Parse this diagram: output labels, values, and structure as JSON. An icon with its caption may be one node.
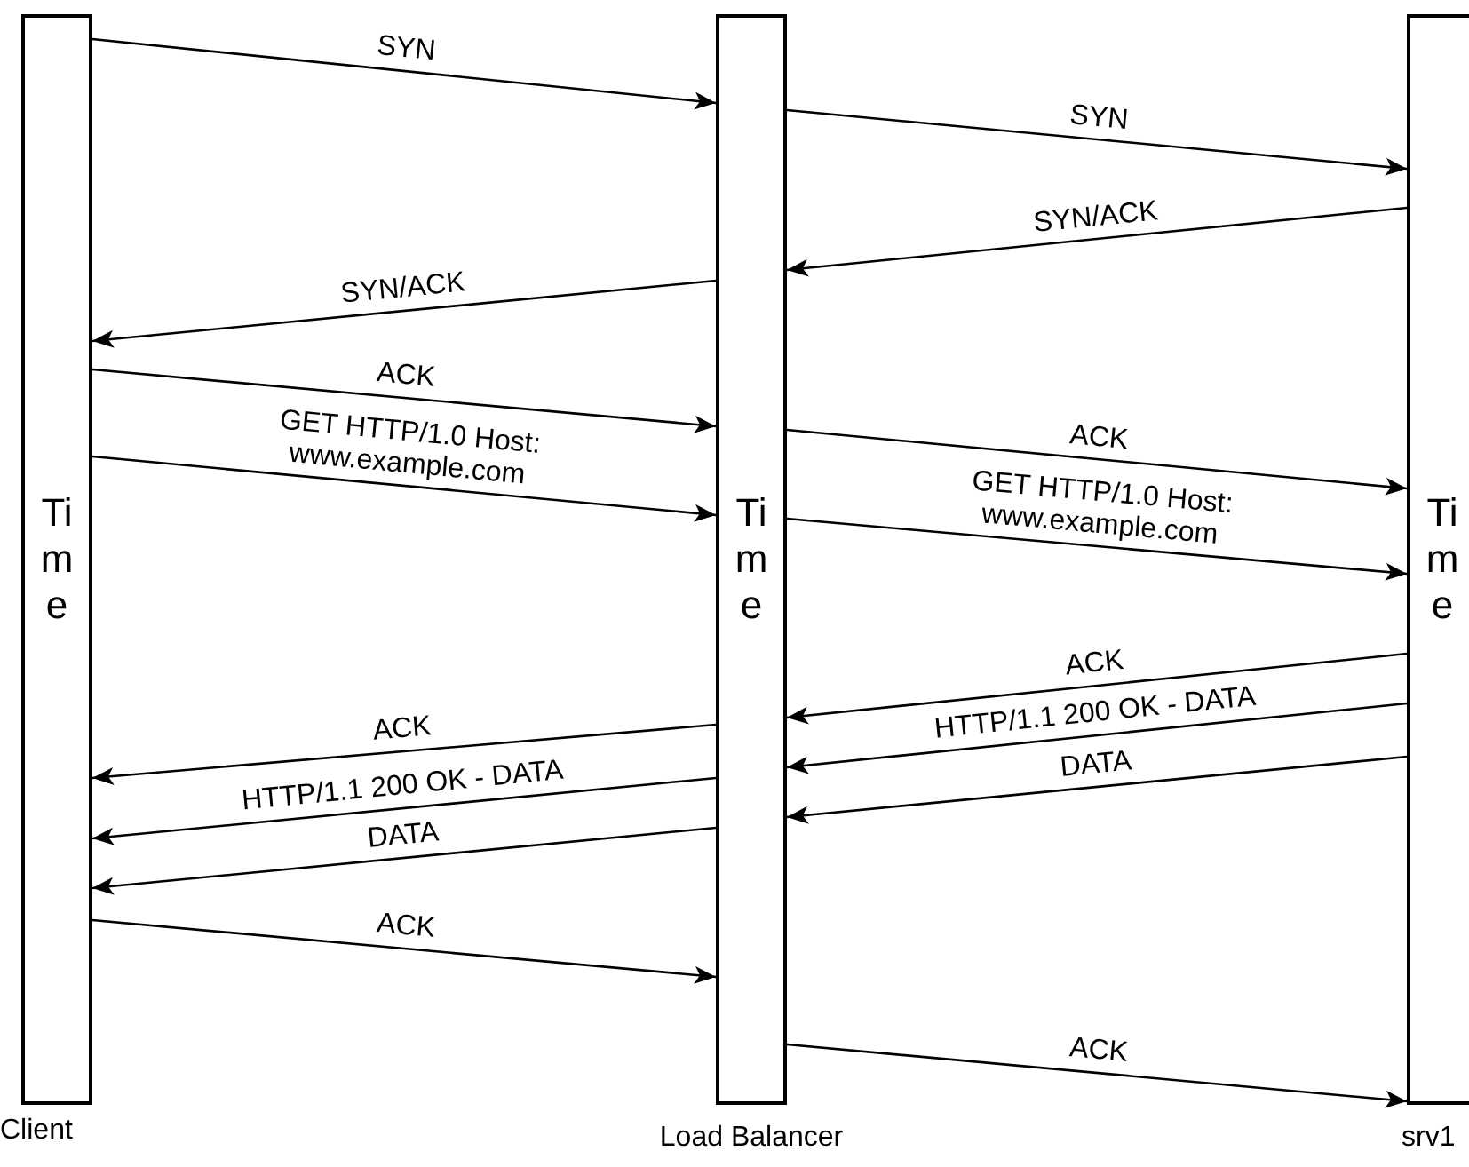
{
  "diagram": {
    "nodes": [
      {
        "text": [
          "Time"
        ],
        "beside": [
          "Client"
        ]
      },
      {
        "text": [
          "Time"
        ],
        "beside": [
          "Load Balancer"
        ]
      },
      {
        "text": [
          "Time"
        ],
        "beside": [
          "srv1"
        ]
      }
    ],
    "edges": [
      {
        "from": 0,
        "to": 1,
        "arrow": "to",
        "label": "SYN"
      },
      {
        "from": 1,
        "to": 2,
        "arrow": "to",
        "label": "SYN"
      },
      {
        "from": 2,
        "to": 1,
        "arrow": "to",
        "label": "SYN/ACK"
      },
      {
        "from": 1,
        "to": 0,
        "arrow": "to",
        "label": "SYN/ACK"
      },
      {
        "from": 0,
        "to": 1,
        "arrow": "to",
        "label": "ACK"
      },
      {
        "from": 0,
        "to": 1,
        "arrow": "to",
        "label": "GET HTTP/1.0 Host: www.example.com"
      },
      {
        "from": 1,
        "to": 2,
        "arrow": "to",
        "label": "ACK"
      },
      {
        "from": 1,
        "to": 2,
        "arrow": "to",
        "label": "GET HTTP/1.0 Host: www.example.com"
      },
      {
        "from": 2,
        "to": 1,
        "arrow": "to",
        "label": "ACK"
      },
      {
        "from": 2,
        "to": 1,
        "arrow": "to",
        "label": "HTTP/1.1 200 OK - DATA"
      },
      {
        "from": 2,
        "to": 1,
        "arrow": "to",
        "label": "DATA"
      },
      {
        "from": 1,
        "to": 0,
        "arrow": "to",
        "label": "ACK"
      },
      {
        "from": 1,
        "to": 0,
        "arrow": "to",
        "label": "HTTP/1.1 200 OK - DATA"
      },
      {
        "from": 1,
        "to": 0,
        "arrow": "to",
        "label": "DATA"
      },
      {
        "from": 0,
        "to": 1,
        "arrow": "to",
        "label": "ACK"
      },
      {
        "from": 1,
        "to": 2,
        "arrow": "to",
        "label": "ACK"
      }
    ]
  }
}
